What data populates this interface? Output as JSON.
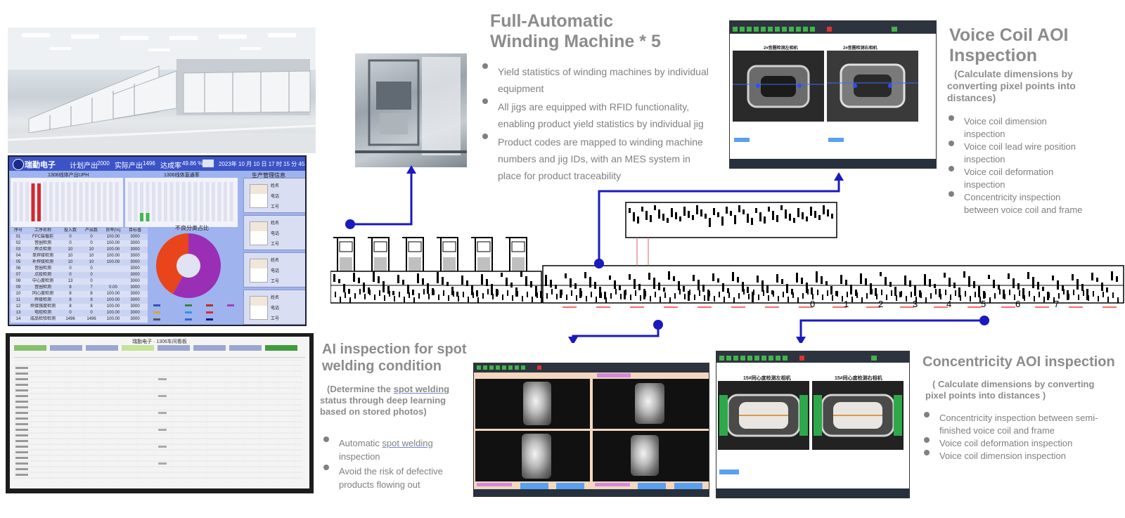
{
  "winding": {
    "title_line1": "Full-Automatic",
    "title_line2": "Winding Machine * 5",
    "bullets": [
      "Yield statistics of winding machines by individual equipment",
      "All jigs are equipped with RFID functionality, enabling product yield statistics by individual jig",
      "Product codes are mapped to winding machine numbers and jig IDs, with an MES system in place for product traceability"
    ]
  },
  "voice_coil": {
    "title_line1": "Voice Coil AOI",
    "title_line2": "Inspection",
    "subtitle": "(Calculate dimensions by converting pixel points into distances)",
    "bullets": [
      "Voice coil dimension inspection",
      "Voice coil lead wire position inspection",
      "Voice coil deformation inspection",
      "Concentricity inspection between voice coil and frame"
    ],
    "screen": {
      "cam_left": "2#音圈检测左相机",
      "cam_right": "2#音圈检测右相机"
    }
  },
  "ai_inspection": {
    "title_line1": "AI inspection for spot",
    "title_line2": "welding condition",
    "subtitle_pre": "(Determine the ",
    "subtitle_link": "spot welding",
    "subtitle_post": " status through deep learning based on stored photos)",
    "bullet1_pre": "Automatic ",
    "bullet1_link": "spot welding",
    "bullet1_post": " inspection",
    "bullet2": "Avoid the risk of defective products flowing out"
  },
  "concentricity": {
    "title": "Concentricity AOI inspection",
    "subtitle": "( Calculate dimensions by converting pixel points into distances )",
    "bullets": [
      "Concentricity inspection between semi-finished voice coil and frame",
      "Voice coil deformation inspection",
      "Voice coil dimension inspection"
    ],
    "screen": {
      "cam_left": "15#同心度检测左相机",
      "cam_right": "15#同心度检测右相机"
    }
  },
  "dashboard": {
    "logo": "瑞勤电子",
    "plan_label": "计划产出",
    "plan_value": "2000",
    "actual_label": "实际产出",
    "actual_value": "1496",
    "rate_label": "达成率",
    "rate_value": "49.86 %",
    "datetime": "2023年 10 月 10 日 17 时 15 分 45 秒",
    "chart1_title": "1306线体产出UPH",
    "chart2_title": "1306线体直通率",
    "info_title": "生产管理信息",
    "pie_title": "不良分类占比",
    "table_headers": [
      "序号",
      "工序名称",
      "投入数",
      "产出数",
      "良率(%)",
      "目标值"
    ],
    "table_rows": [
      [
        "01",
        "FPC装载前",
        "0",
        "0",
        "100.00",
        "3000"
      ],
      [
        "02",
        "音圈检测",
        "0",
        "0",
        "100.00",
        "3000"
      ],
      [
        "03",
        "焊点检测",
        "10",
        "10",
        "100.00",
        "3000"
      ],
      [
        "04",
        "单焊接检测",
        "10",
        "10",
        "100.00",
        "3000"
      ],
      [
        "05",
        "补焊接检测",
        "10",
        "10",
        "100.00",
        "3000"
      ],
      [
        "06",
        "音圈检测",
        "0",
        "0",
        "",
        "3000"
      ],
      [
        "07",
        "点胶检测",
        "0",
        "0",
        "",
        "3000"
      ],
      [
        "08",
        "中心度检测",
        "13",
        "0",
        "",
        "3000"
      ],
      [
        "09",
        "音圈检测",
        "8",
        "7",
        "0.00",
        "3000"
      ],
      [
        "10",
        "同心度检测",
        "8",
        "8",
        "100.00",
        "3000"
      ],
      [
        "11",
        "焊接检测",
        "8",
        "8",
        "100.00",
        "3000"
      ],
      [
        "12",
        "焊接强度检测",
        "8",
        "8",
        "100.00",
        "3000"
      ],
      [
        "13",
        "电阻检测",
        "0",
        "0",
        "100.00",
        "3000"
      ],
      [
        "14",
        "成品检验检测",
        "1496",
        "1496",
        "100.00",
        "3000"
      ]
    ],
    "info_labels": [
      "姓名",
      "电话",
      "工号"
    ],
    "pie_values": [
      58,
      42
    ],
    "colors": {
      "pie_purple": "#9a2fb5",
      "pie_orange": "#e8451c",
      "bar_red": "#d9262b",
      "bar_green": "#46b84c"
    }
  },
  "board": {
    "title": "瑞勤电子 · 1306车间看板"
  },
  "diagram": {
    "colors": {
      "arrow": "#1a1abf"
    },
    "station_numbers": [
      "0",
      "1",
      "2",
      "3",
      "4",
      "5",
      "6",
      "7"
    ]
  }
}
